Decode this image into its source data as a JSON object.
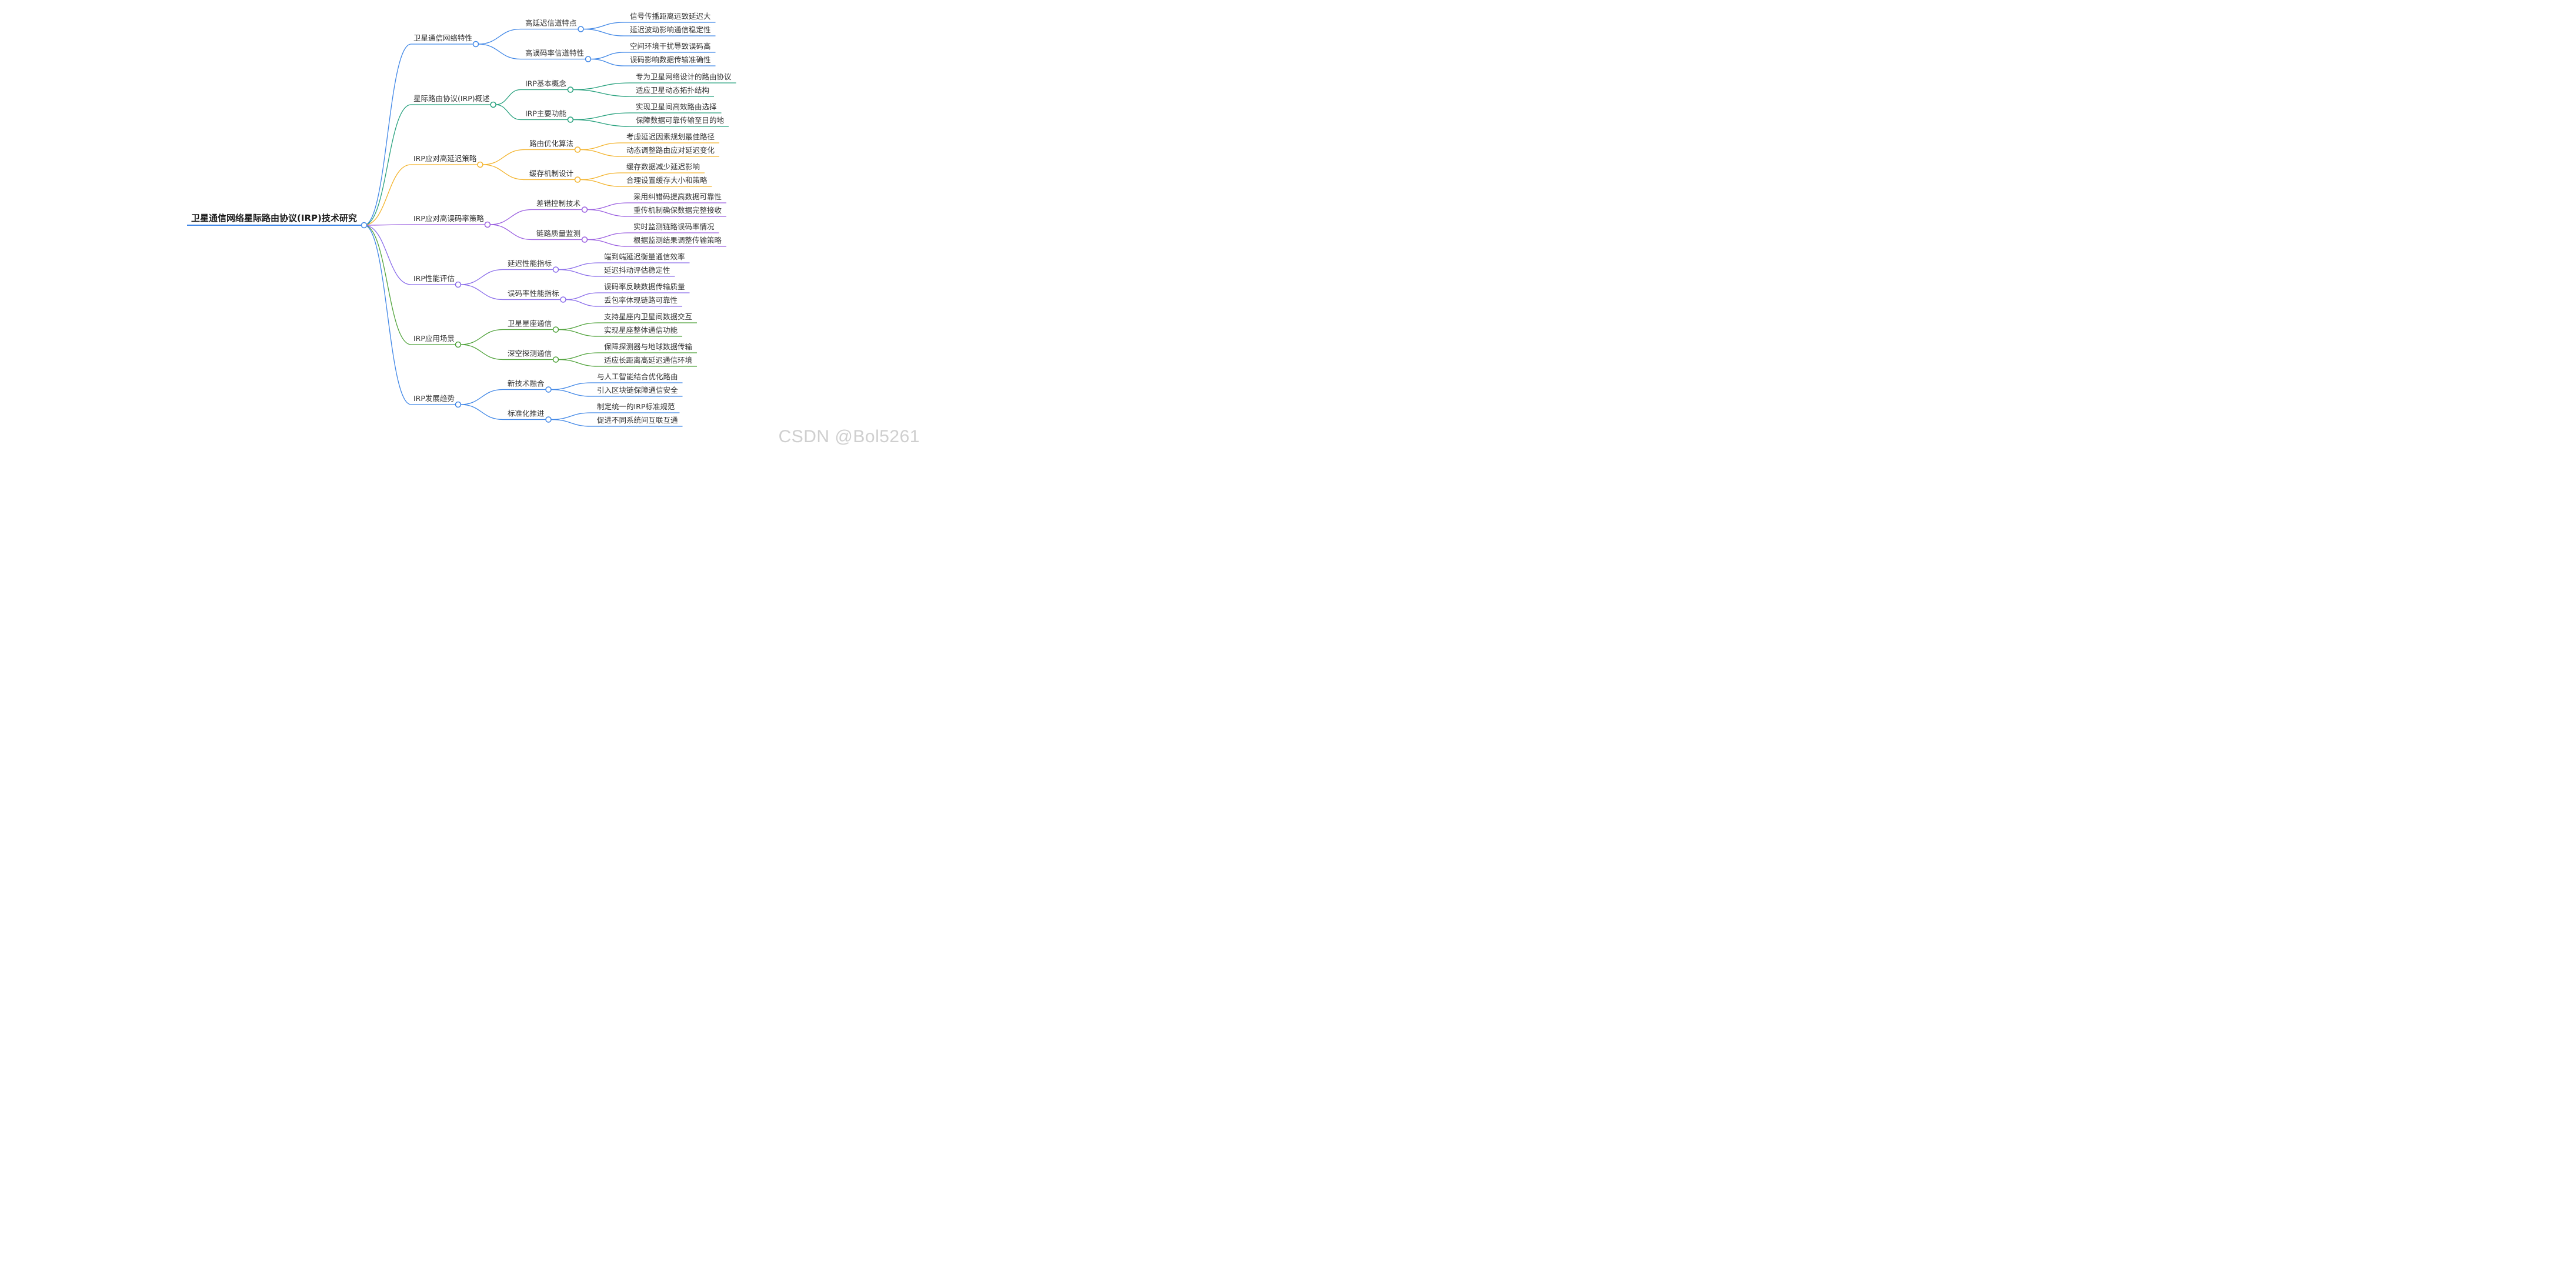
{
  "root": "卫星通信网络星际路由协议(IRP)技术研究",
  "watermark": "CSDN @Bol5261",
  "branches": [
    {
      "label": "卫星通信网络特性",
      "color": "#3f86e6",
      "children": [
        {
          "label": "高延迟信道特点",
          "leaves": [
            "信号传播距离远致延迟大",
            "延迟波动影响通信稳定性"
          ]
        },
        {
          "label": "高误码率信道特性",
          "leaves": [
            "空间环境干扰导致误码高",
            "误码影响数据传输准确性"
          ]
        }
      ]
    },
    {
      "label": "星际路由协议(IRP)概述",
      "color": "#25a07c",
      "children": [
        {
          "label": "IRP基本概念",
          "leaves": [
            "专为卫星网络设计的路由协议",
            "适应卫星动态拓扑结构"
          ]
        },
        {
          "label": "IRP主要功能",
          "leaves": [
            "实现卫星间高效路由选择",
            "保障数据可靠传输至目的地"
          ]
        }
      ]
    },
    {
      "label": "IRP应对高延迟策略",
      "color": "#f3b32b",
      "children": [
        {
          "label": "路由优化算法",
          "leaves": [
            "考虑延迟因素规划最佳路径",
            "动态调整路由应对延迟变化"
          ]
        },
        {
          "label": "缓存机制设计",
          "leaves": [
            "缓存数据减少延迟影响",
            "合理设置缓存大小和策略"
          ]
        }
      ]
    },
    {
      "label": "IRP应对高误码率策略",
      "color": "#9a5ee0",
      "children": [
        {
          "label": "差错控制技术",
          "leaves": [
            "采用纠错码提高数据可靠性",
            "重传机制确保数据完整接收"
          ]
        },
        {
          "label": "链路质量监测",
          "leaves": [
            "实时监测链路误码率情况",
            "根据监测结果调整传输策略"
          ]
        }
      ]
    },
    {
      "label": "IRP性能评估",
      "color": "#8a6cea",
      "children": [
        {
          "label": "延迟性能指标",
          "leaves": [
            "端到端延迟衡量通信效率",
            "延迟抖动评估稳定性"
          ]
        },
        {
          "label": "误码率性能指标",
          "leaves": [
            "误码率反映数据传输质量",
            "丢包率体现链路可靠性"
          ]
        }
      ]
    },
    {
      "label": "IRP应用场景",
      "color": "#4fa23a",
      "children": [
        {
          "label": "卫星星座通信",
          "leaves": [
            "支持星座内卫星间数据交互",
            "实现星座整体通信功能"
          ]
        },
        {
          "label": "深空探测通信",
          "leaves": [
            "保障探测器与地球数据传输",
            "适应长距离高延迟通信环境"
          ]
        }
      ]
    },
    {
      "label": "IRP发展趋势",
      "color": "#3f86e6",
      "children": [
        {
          "label": "新技术融合",
          "leaves": [
            "与人工智能结合优化路由",
            "引入区块链保障通信安全"
          ]
        },
        {
          "label": "标准化推进",
          "leaves": [
            "制定统一的IRP标准规范",
            "促进不同系统间互联互通"
          ]
        }
      ]
    }
  ]
}
